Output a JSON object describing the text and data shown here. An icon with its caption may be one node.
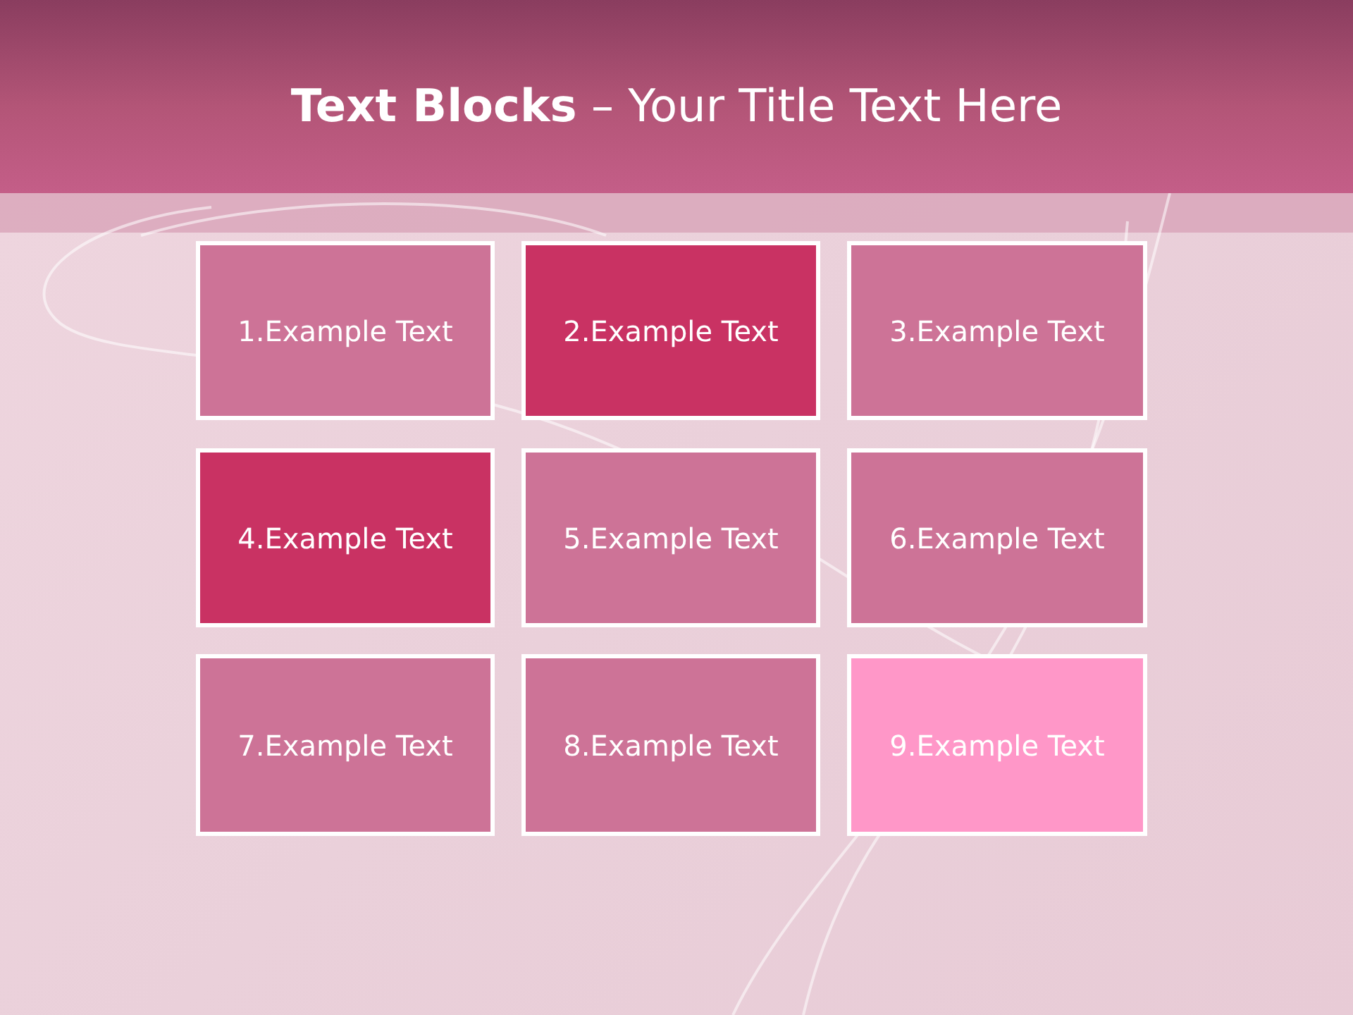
{
  "diagram": {
    "title": "**Text Blocks** – Your Title Text Here",
    "nodes": [
      {
        "text": [
          "1.Example Text"
        ]
      },
      {
        "text": [
          "2.Example Text"
        ]
      },
      {
        "text": [
          "3.Example Text"
        ]
      },
      {
        "text": [
          "4.Example Text"
        ]
      },
      {
        "text": [
          "5.Example Text"
        ]
      },
      {
        "text": [
          "6.Example Text"
        ]
      },
      {
        "text": [
          "7.Example Text"
        ]
      },
      {
        "text": [
          "8.Example Text"
        ]
      },
      {
        "text": [
          "9.Example Text"
        ]
      }
    ]
  }
}
